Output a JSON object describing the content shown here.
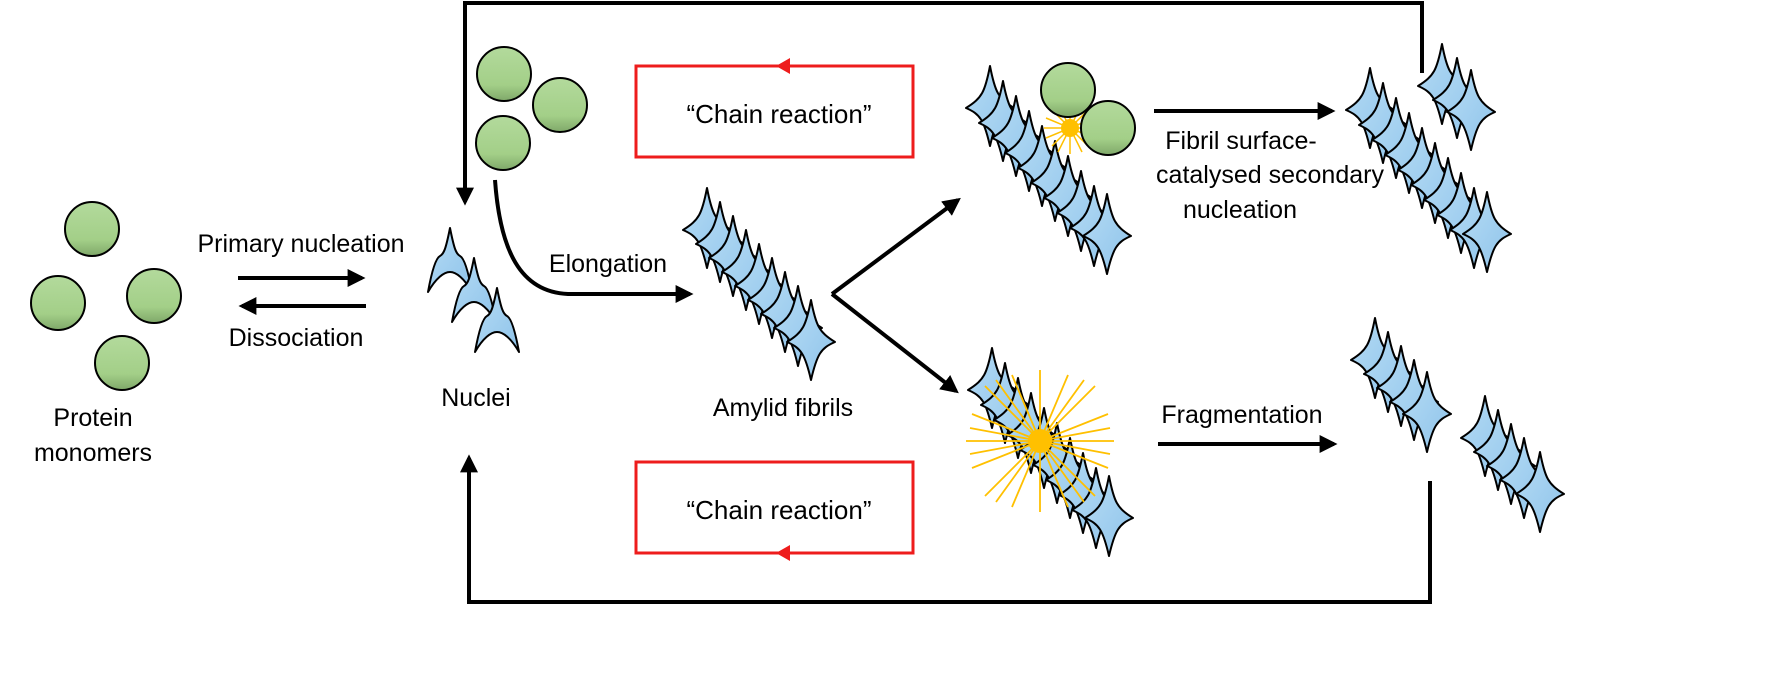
{
  "labels": {
    "protein_monomers_line1": "Protein",
    "protein_monomers_line2": "monomers",
    "primary_nucleation": "Primary nucleation",
    "dissociation": "Dissociation",
    "nuclei": "Nuclei",
    "elongation": "Elongation",
    "amyloid_fibrils": "Amylid fibrils",
    "chain_reaction_top": "“Chain reaction”",
    "chain_reaction_bottom": "“Chain reaction”",
    "secondary_nucleation_line1": "Fibril surface-",
    "secondary_nucleation_line2": "catalysed secondary",
    "secondary_nucleation_line3": "nucleation",
    "fragmentation": "Fragmentation"
  },
  "colors": {
    "monomer_fill": "#a5d18c",
    "fibril_fill": "#9fcdee",
    "outline": "#000000",
    "chain_box": "#ee1c1c",
    "burst": "#ffc000"
  }
}
